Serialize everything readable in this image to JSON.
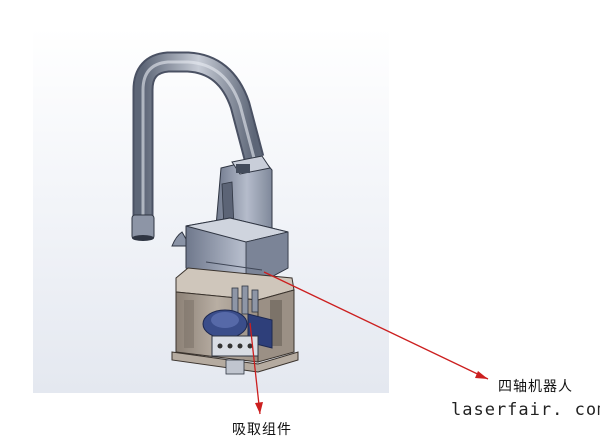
{
  "labels": {
    "robot": "四轴机器人",
    "suction": "吸取组件"
  },
  "watermark": "laserfair. com",
  "colors": {
    "arrow": "#cc1f1f",
    "robot_body": "#9aa3b8",
    "mount_frame": "#a69a8e",
    "suction_head": "#3a4d8a",
    "background_gradient_end": "#e4e8f0"
  }
}
